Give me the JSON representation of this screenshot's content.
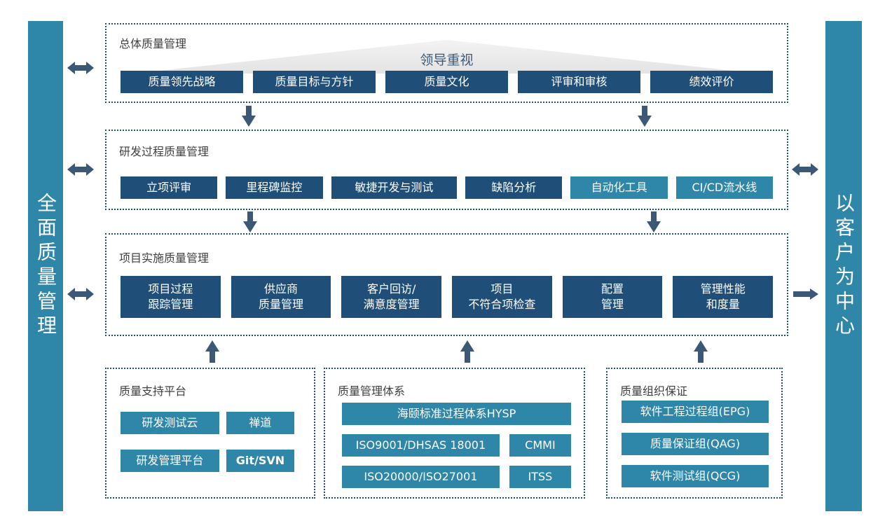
{
  "colors": {
    "navy_button": "#1f4e79",
    "teal_button": "#2e86a8",
    "arrow": "#3b5877",
    "triangle_gray": "#e9e9e9",
    "dotted_border": "#1f4e79",
    "title_text": "#3f3f3f"
  },
  "left_bar": {
    "label": "全面质量管理"
  },
  "right_bar": {
    "label": "以客户为中心"
  },
  "sections": [
    {
      "title": "总体质量管理",
      "banner": "领导重视",
      "buttons": [
        "质量领先战略",
        "质量目标与方针",
        "质量文化",
        "评审和审核",
        "绩效评价"
      ]
    },
    {
      "title": "研发过程质量管理",
      "buttons": [
        "立项评审",
        "里程碑监控",
        "敏捷开发与测试",
        "缺陷分析",
        "自动化工具",
        "CI/CD流水线"
      ]
    },
    {
      "title": "项目实施质量管理",
      "buttons": [
        "项目过程\n跟踪管理",
        "供应商\n质量管理",
        "客户回访/\n满意度管理",
        "项目\n不符合项检查",
        "配置\n管理",
        "管理性能\n和度量"
      ]
    }
  ],
  "bottom_boxes": [
    {
      "title": "质量支持平台",
      "buttons": [
        "研发测试云",
        "禅道",
        "研发管理平台",
        "Git/SVN"
      ]
    },
    {
      "title": "质量管理体系",
      "wide_button": "海颐标准过程体系HYSP",
      "rows": [
        [
          "ISO9001/DHSAS 18001",
          "CMMI"
        ],
        [
          "ISO20000/ISO27001",
          "ITSS"
        ]
      ]
    },
    {
      "title": "质量组织保证",
      "buttons": [
        "软件工程过程组(EPG)",
        "质量保证组(QAG)",
        "软件测试组(QCG)"
      ]
    }
  ]
}
